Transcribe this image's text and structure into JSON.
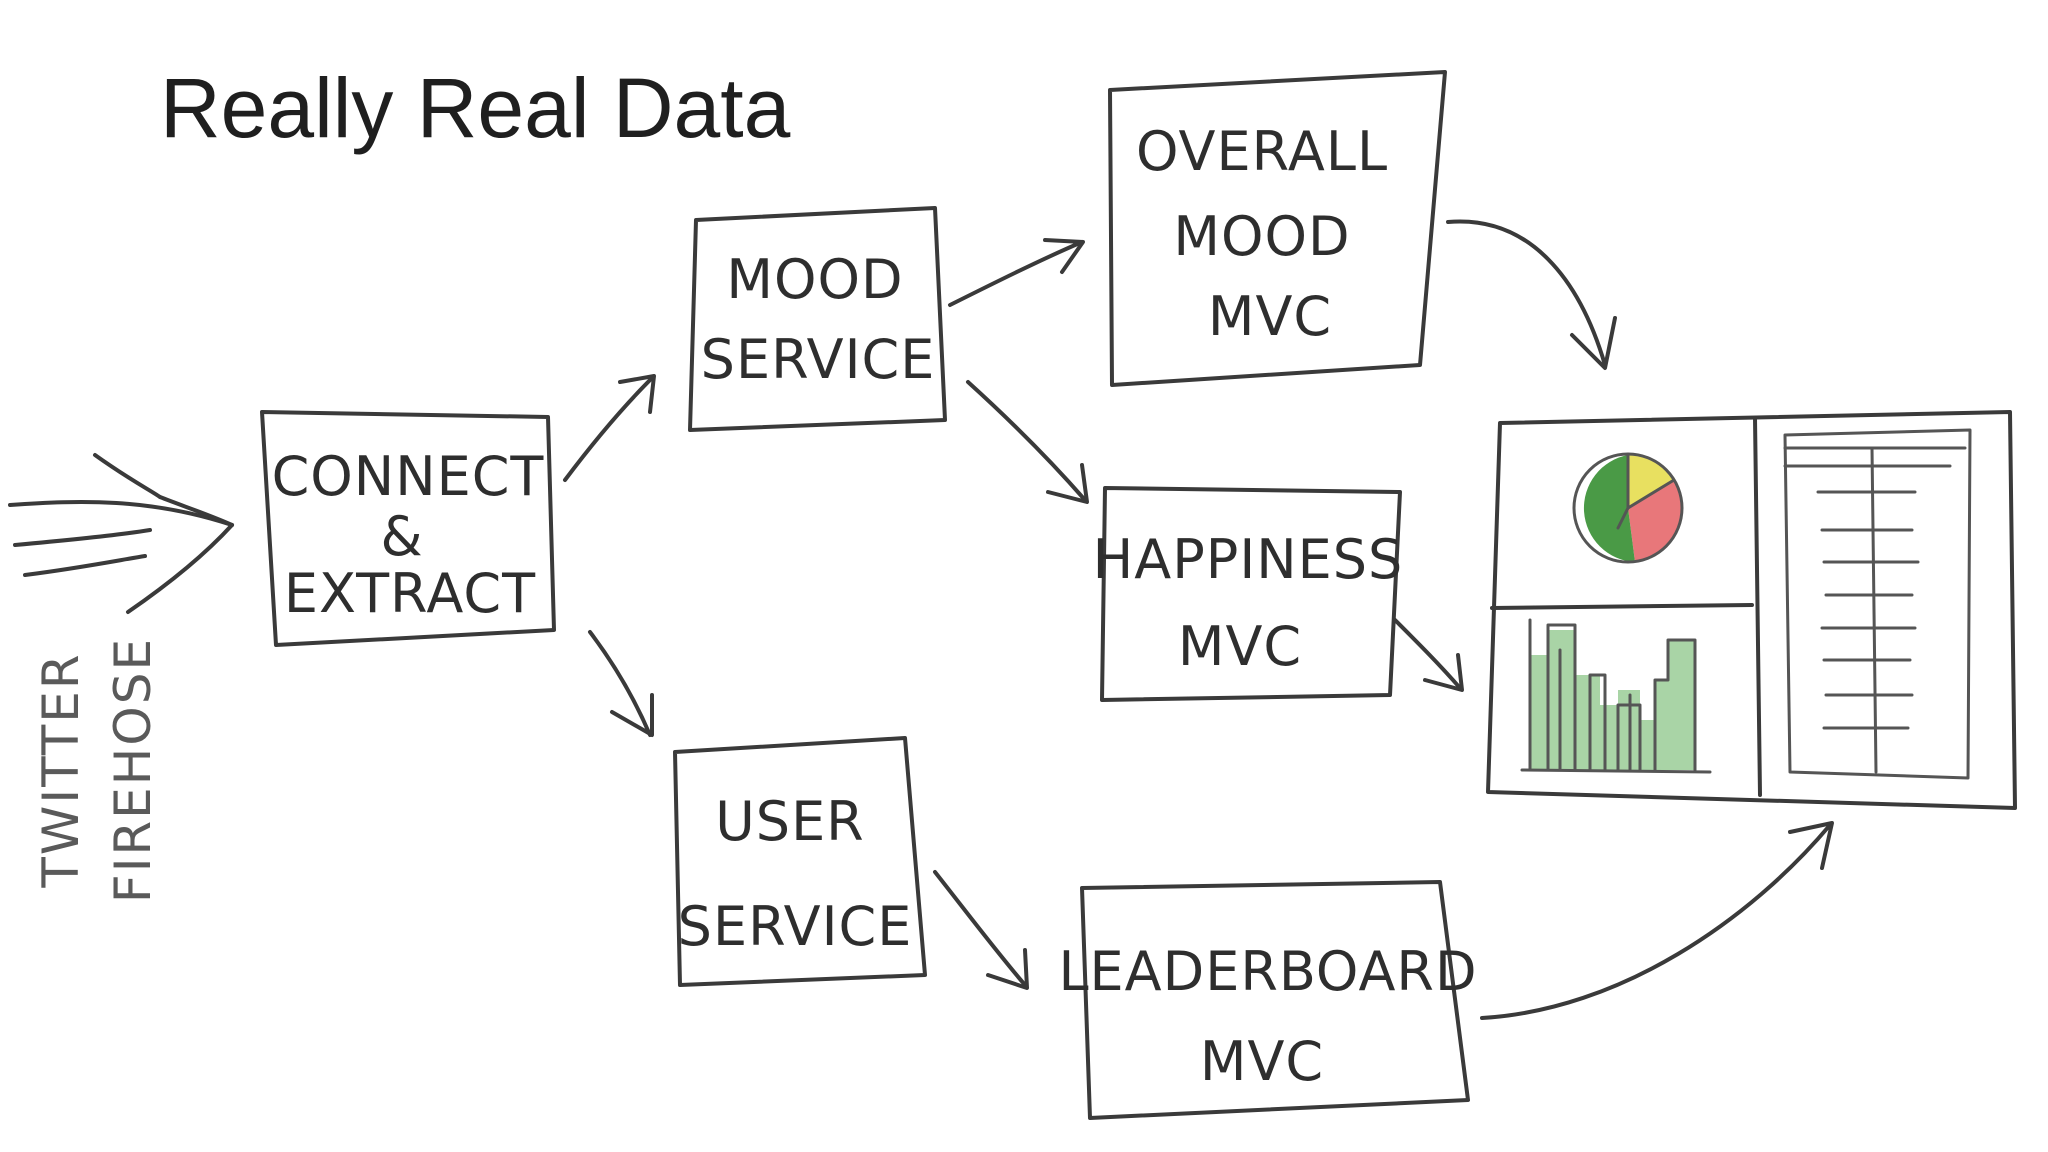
{
  "title": "Really Real Data",
  "source": {
    "line1": "TWITTER",
    "line2": "FIREHOSE"
  },
  "nodes": {
    "connect_extract": {
      "line1": "CONNECT",
      "line2": "&",
      "line3": "EXTRACT"
    },
    "mood_service": {
      "line1": "MOOD",
      "line2": "SERVICE"
    },
    "user_service": {
      "line1": "USER",
      "line2": "SERVICE"
    },
    "overall_mood_mvc": {
      "line1": "OVERALL",
      "line2": "MOOD",
      "line3": "MVC"
    },
    "happiness_mvc": {
      "line1": "HAPPINESS",
      "line2": "MVC"
    },
    "leaderboard_mvc": {
      "line1": "LEADERBOARD",
      "line2": "MVC"
    }
  },
  "dashboard": {
    "pie_colors": {
      "green": "#4a9a46",
      "yellow": "#e8e060",
      "red": "#e8777a"
    },
    "bar_color": "#a9d4a6"
  }
}
